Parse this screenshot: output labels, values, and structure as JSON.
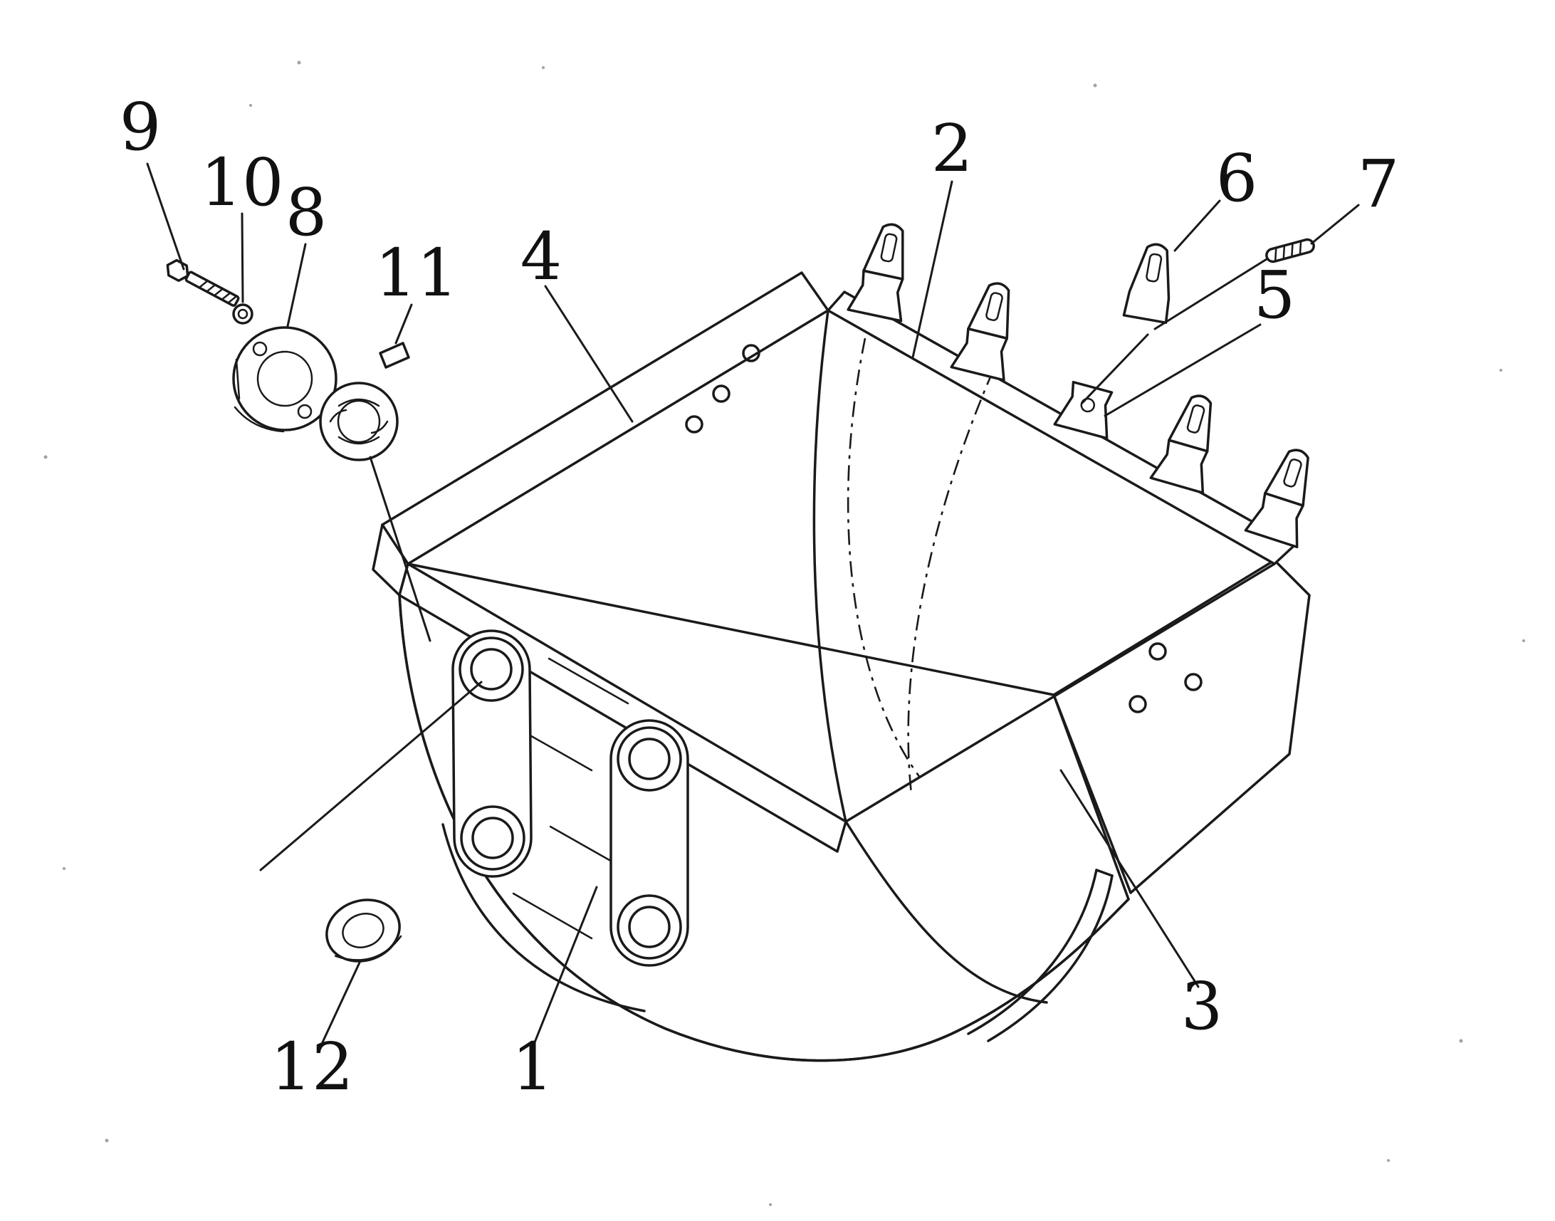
{
  "figure": {
    "type": "exploded-parts-diagram",
    "subject": "excavator-bucket-assembly",
    "line_color": "#1a1a1a",
    "background_color": "#ffffff",
    "callouts": [
      {
        "label": "1"
      },
      {
        "label": "2"
      },
      {
        "label": "3"
      },
      {
        "label": "4"
      },
      {
        "label": "5"
      },
      {
        "label": "6"
      },
      {
        "label": "7"
      },
      {
        "label": "8"
      },
      {
        "label": "9"
      },
      {
        "label": "10"
      },
      {
        "label": "11"
      },
      {
        "label": "12"
      }
    ]
  }
}
